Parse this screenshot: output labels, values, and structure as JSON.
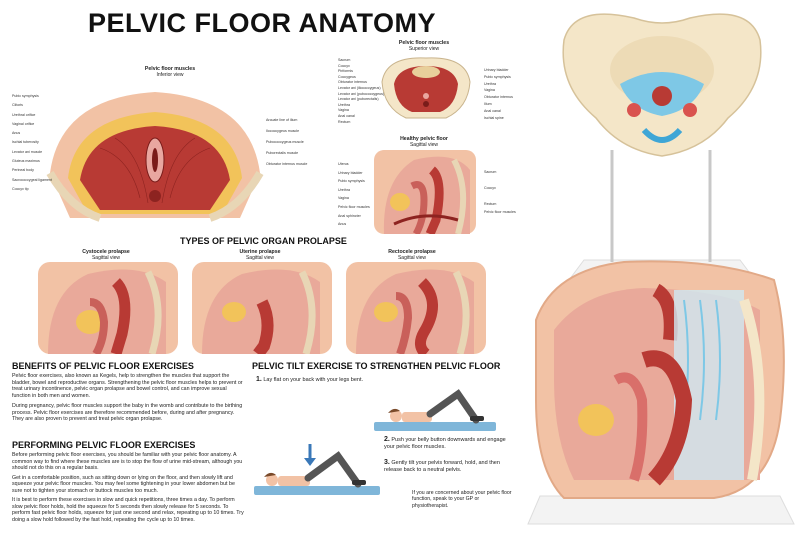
{
  "poster": {
    "title": "PELVIC FLOOR ANATOMY",
    "inferior": {
      "caption_title": "Pelvic floor muscles",
      "caption_sub": "Inferior view",
      "left_labels": [
        "Pubic symphysis",
        "Clitoris",
        "Urethral orifice",
        "Vaginal orifice",
        "Anus",
        "Ischial tuberosity",
        "Levator ani muscle",
        "Gluteus maximus",
        "Perineal body",
        "Sacrococcygeal ligament",
        "Coccyx tip"
      ],
      "right_labels": [
        "Arcuate line of ilium",
        "Ilococcygeus muscle",
        "Pubococcygeus muscle",
        "Puborectalis muscle",
        "Obturator internus muscle"
      ]
    },
    "superior": {
      "caption_title": "Pelvic floor muscles",
      "caption_sub": "Superior view",
      "left_labels": [
        "Sacrum",
        "Coccyx",
        "Piriformis",
        "Coccygeus",
        "Obturator internus",
        "Levator ani (iliococcygeus)",
        "Levator ani (pubococcygeus)",
        "Levator ani (puborectalis)",
        "Urethra",
        "Vagina",
        "Anal canal",
        "Rectum"
      ],
      "right_labels": [
        "Urinary bladder",
        "Pubic symphysis",
        "Urethra",
        "Vagina",
        "Obturator internus",
        "Ilium",
        "Anal canal",
        "Ischial spine"
      ]
    },
    "healthy": {
      "caption_title": "Healthy pelvic floor",
      "caption_sub": "Sagittal view",
      "left_labels": [
        "Uterus",
        "Urinary bladder",
        "Pubic symphysis",
        "Urethra",
        "Vagina",
        "Pelvic floor muscles",
        "Anal sphincter",
        "Anus"
      ],
      "right_labels": [
        "Sacrum",
        "Coccyx",
        "Rectum",
        "Pelvic floor muscles"
      ]
    },
    "prolapse": {
      "heading": "TYPES OF PELVIC ORGAN PROLAPSE",
      "items": [
        {
          "title": "Cystocele prolapse",
          "sub": "Sagittal view"
        },
        {
          "title": "Uterine prolapse",
          "sub": "Sagittal view"
        },
        {
          "title": "Rectocele prolapse",
          "sub": "Sagittal view"
        }
      ]
    },
    "benefits": {
      "heading": "BENEFITS OF PELVIC FLOOR EXERCISES",
      "p1": "Pelvic floor exercises, also known as Kegels, help to strengthen the muscles that support the bladder, bowel and reproductive organs. Strengthening the pelvic floor muscles helps to prevent or treat urinary incontinence, pelvic organ prolapse and bowel control, and can improve sexual function in both men and women.",
      "p2": "During pregnancy, pelvic floor muscles support the baby in the womb and contribute to the birthing process. Pelvic floor exercises are therefore recommended before, during and after pregnancy. They are also proven to prevent and treat pelvic organ prolapse."
    },
    "performing": {
      "heading": "PERFORMING PELVIC FLOOR EXERCISES",
      "p1": "Before performing pelvic floor exercises, you should be familiar with your pelvic floor anatomy. A common way to find where these muscles are is to stop the flow of urine mid-stream, although you should not do this on a regular basis.",
      "p2": "Get in a comfortable position, such as sitting down or lying on the floor, and then slowly lift and squeeze your pelvic floor muscles. You may feel some tightening in your lower abdomen but be sure not to tighten your stomach or buttock muscles too much.",
      "p3": "It is best to perform these exercises in slow and quick repetitions, three times a day. To perform slow pelvic floor holds, hold the squeeze for 5 seconds then slowly release for 5 seconds. To perform fast pelvic floor holds, squeeze for just one second and relax, repeating up to 10 times. Try doing a slow hold followed by the fast hold, repeating the cycle up to 10 times."
    },
    "tilt": {
      "heading": "PELVIC TILT EXERCISE TO STRENGTHEN PELVIC FLOOR",
      "s1_num": "1.",
      "s1": "Lay flat on your back with your legs bent.",
      "s2_num": "2.",
      "s2": "Push your belly button downwards and engage your pelvic floor muscles.",
      "s3_num": "3.",
      "s3": "Gently tilt your pelvis forward, hold, and then release back to a neutral pelvis.",
      "note": "If you are concerned about your pelvic floor function, speak to your GP or physiotherapist."
    }
  },
  "colors": {
    "muscle": "#b83a34",
    "fat": "#f2c35a",
    "skin": "#f2c2a5",
    "mat": "#7fb6d9",
    "bone": "#f4e6c8"
  }
}
